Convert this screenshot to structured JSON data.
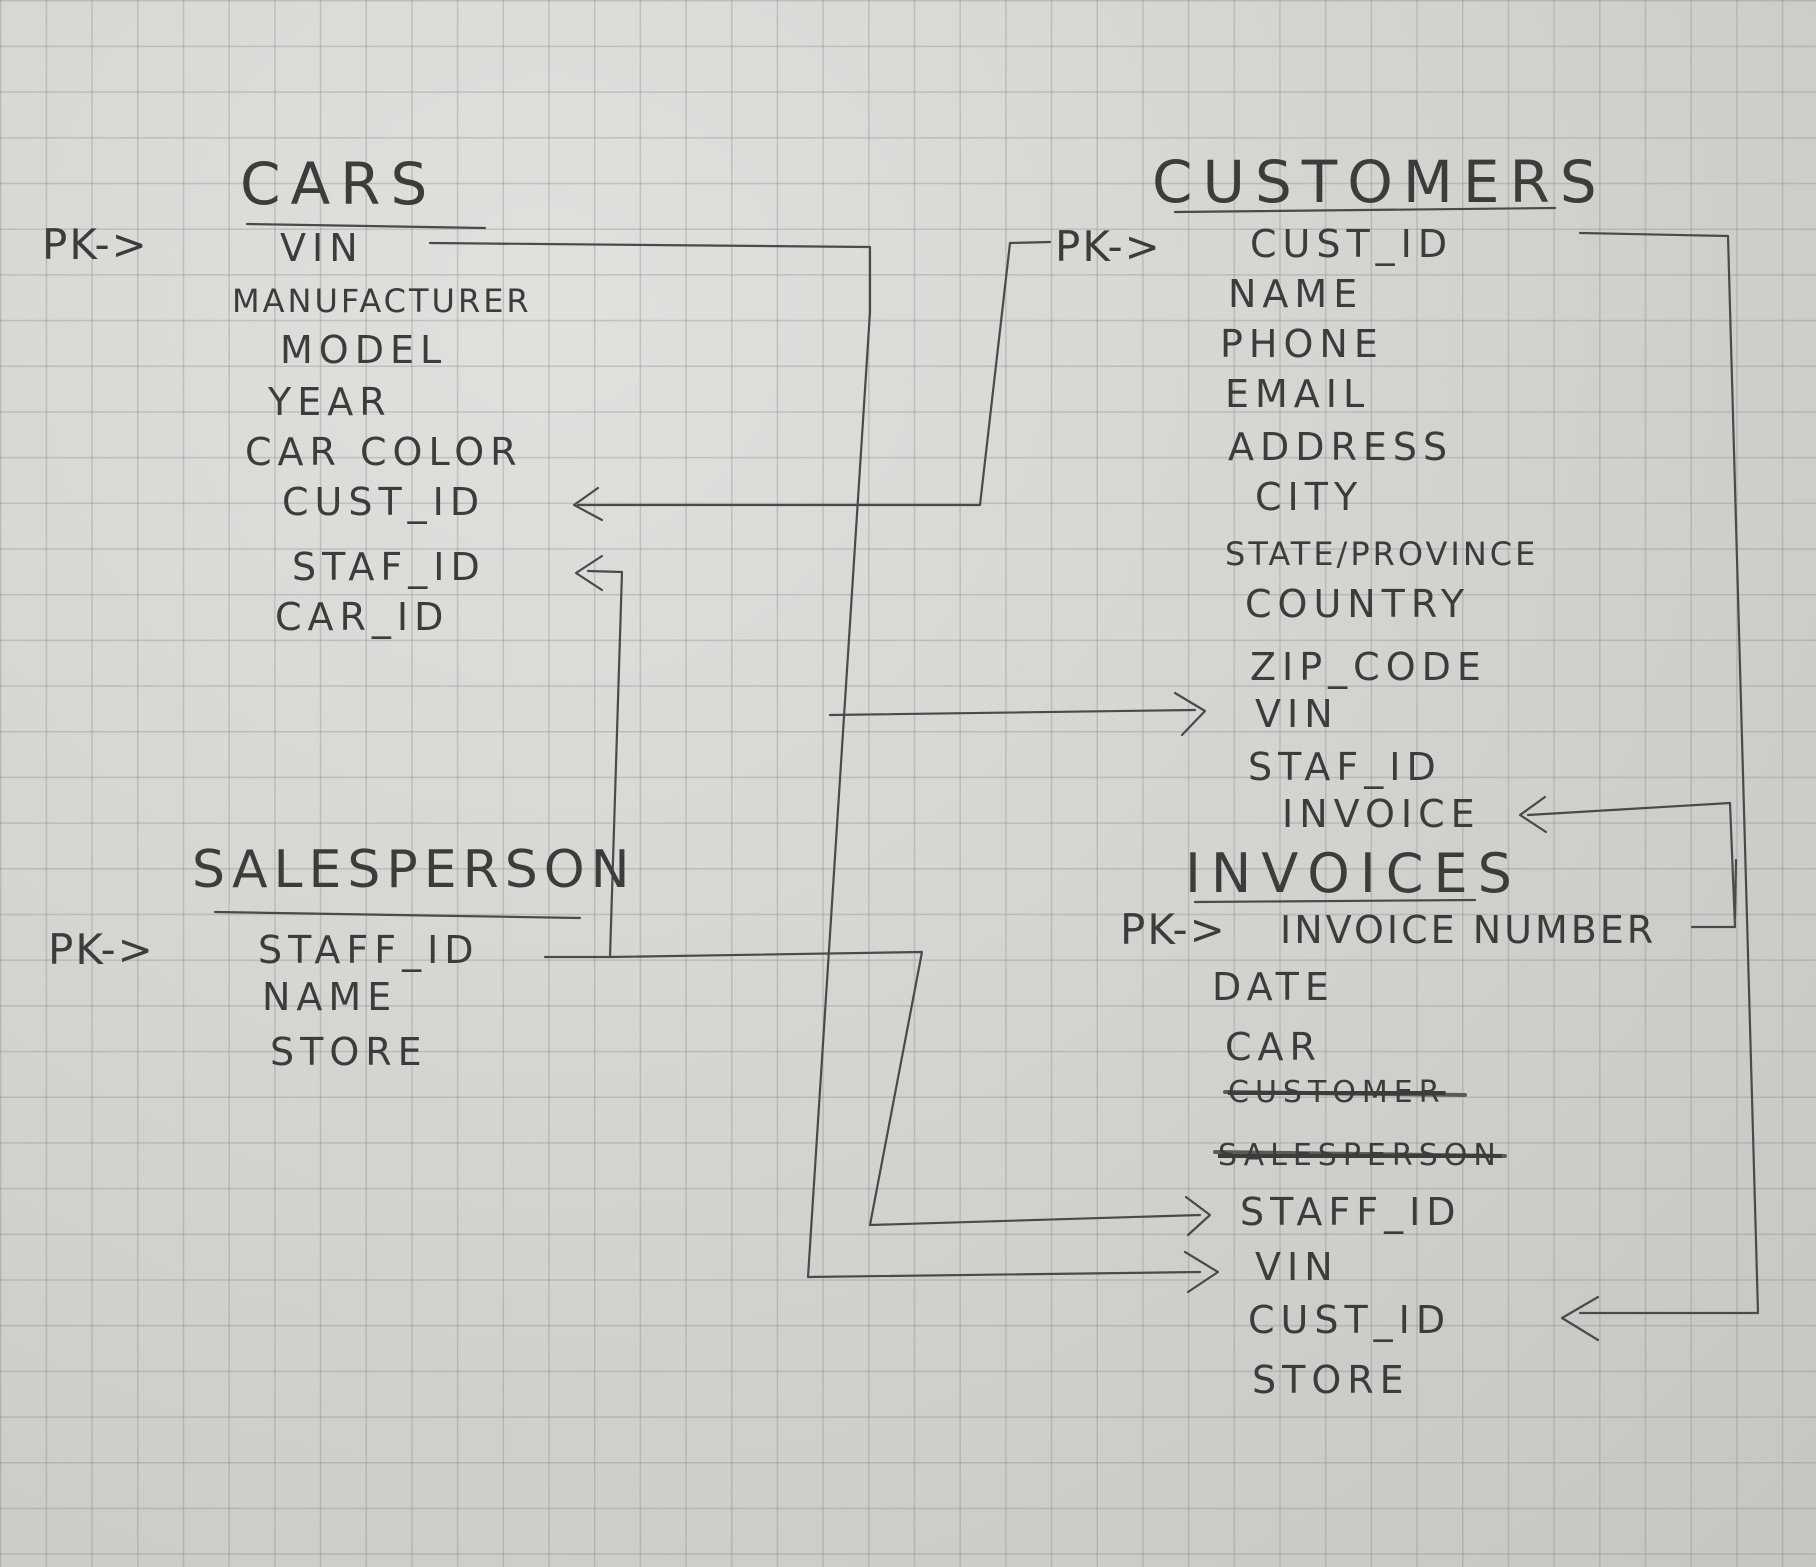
{
  "cars": {
    "title": "CARS",
    "pk_label": "PK->",
    "fields": [
      "VIN",
      "MANUFACTURER",
      "MODEL",
      "YEAR",
      "CAR COLOR",
      "CUST_ID",
      "STAF_ID",
      "CAR_ID"
    ]
  },
  "customers": {
    "title": "CUSTOMERS",
    "pk_label": "PK->",
    "fields": [
      "CUST_ID",
      "NAME",
      "PHONE",
      "EMAIL",
      "ADDRESS",
      "CITY",
      "STATE/PROVINCE",
      "COUNTRY",
      "ZIP_CODE",
      "VIN",
      "STAF_ID",
      "INVOICE"
    ]
  },
  "salesperson": {
    "title": "SALESPERSON",
    "pk_label": "PK->",
    "fields": [
      "STAFF_ID",
      "NAME",
      "STORE"
    ]
  },
  "invoices": {
    "title": "INVOICES",
    "pk_label": "PK->",
    "fields": [
      "INVOICE NUMBER",
      "DATE",
      "CAR",
      "CUSTOMER",
      "SALESPERSON",
      "STAFF_ID",
      "VIN",
      "CUST_ID",
      "STORE"
    ],
    "struck_fields": [
      "CUSTOMER",
      "SALESPERSON"
    ]
  },
  "ink_color": "#3c3c3c",
  "paper_color": "#d6d6d2"
}
